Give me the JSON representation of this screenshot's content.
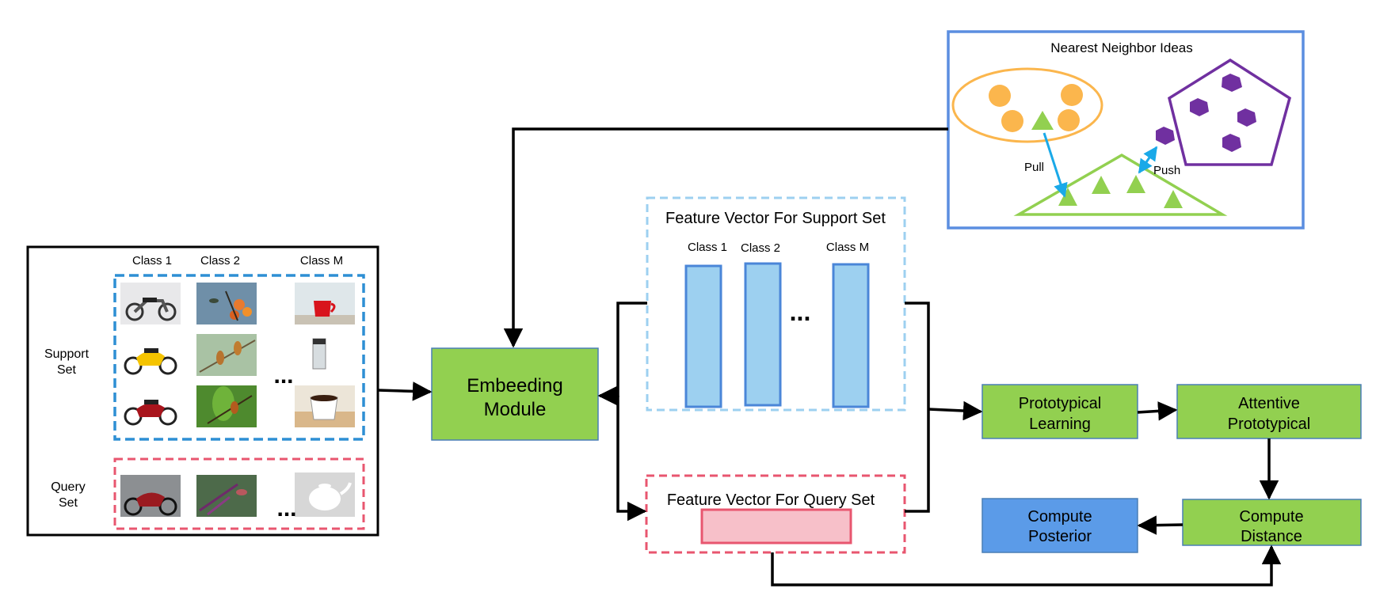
{
  "left_panel": {
    "class_headers": [
      "Class 1",
      "Class 2",
      "Class M"
    ],
    "support_label": [
      "Support",
      "Set"
    ],
    "query_label": [
      "Query",
      "Set"
    ],
    "ellipsis": "..."
  },
  "embedding_module": {
    "label": [
      "Embeeding",
      "Module"
    ]
  },
  "support_features": {
    "title": "Feature Vector For Support Set",
    "class_labels": [
      "Class 1",
      "Class 2",
      "Class M"
    ],
    "ellipsis": "..."
  },
  "query_features": {
    "title": "Feature Vector For Query Set"
  },
  "nearest_neighbor": {
    "title": "Nearest Neighbor Ideas",
    "pull_label": "Pull",
    "push_label": "Push"
  },
  "boxes": {
    "prototypical_learning": [
      "Prototypical",
      "Learning"
    ],
    "attentive_prototypical": [
      "Attentive",
      "Prototypical"
    ],
    "compute_distance": [
      "Compute",
      "Distance"
    ],
    "compute_posterior": [
      "Compute",
      "Posterior"
    ]
  },
  "colors": {
    "green_box": "#92d050",
    "blue_box": "#5b9be8",
    "support_dash": "#2e8fd4",
    "query_dash": "#e8566f",
    "feature_bar": "#9dd0f0",
    "query_bar": "#f7c0c9",
    "nn_border": "#5b8ee0",
    "orange": "#fbb64d",
    "purple": "#7030a0",
    "arrow_cyan": "#1aa9e8"
  }
}
